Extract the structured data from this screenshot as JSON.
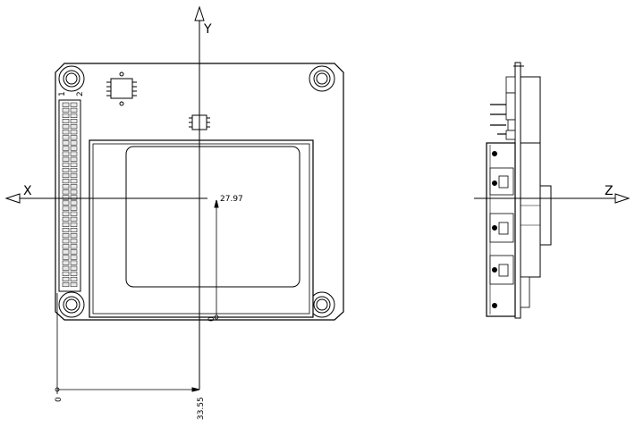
{
  "axes": {
    "y_label": "Y",
    "x_label": "X",
    "z_label": "Z"
  },
  "dimensions": {
    "center_y": "27.97",
    "y_origin": "0",
    "x_origin": "0",
    "x_center": "33.55"
  },
  "connector": {
    "pin_1": "1",
    "pin_2": "2"
  },
  "colors": {
    "line": "#000000",
    "board": "#ffffff",
    "sensor_shade": "#f2f2f2",
    "pin_fill": "#e8e8e8"
  }
}
